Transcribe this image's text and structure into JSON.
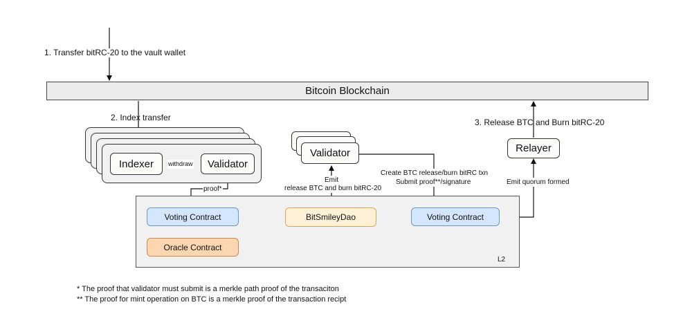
{
  "steps": {
    "transfer": "1. Transfer bitRC-20 to the vault wallet",
    "index": "2. Index transfer",
    "release": "3. Release BTC and Burn bitRC-20"
  },
  "nodes": {
    "blockchain": "Bitcoin Blockchain",
    "indexer": "Indexer",
    "validator_inner": "Validator",
    "validator_top": "Validator",
    "relayer": "Relayer",
    "voting_left": "Voting Contract",
    "oracle": "Oracle Contract",
    "dao": "BitSmileyDao",
    "voting_right": "Voting Contract",
    "l2": "L2"
  },
  "edges": {
    "withdraw": "withdraw",
    "proof": "proof*",
    "emit_1": "Emit",
    "emit_2": "release BTC and burn bitRC-20",
    "create_1": "Create BTC release/burn bitRC txn",
    "create_2": "Submit proof**/signature",
    "quorum": "Emit quorum formed"
  },
  "footnotes": [
    "*  The proof that validator must submit is a merkle path proof of the transaciton",
    "** The proof for mint operation on BTC is a merkle proof of the transaction recipt"
  ]
}
